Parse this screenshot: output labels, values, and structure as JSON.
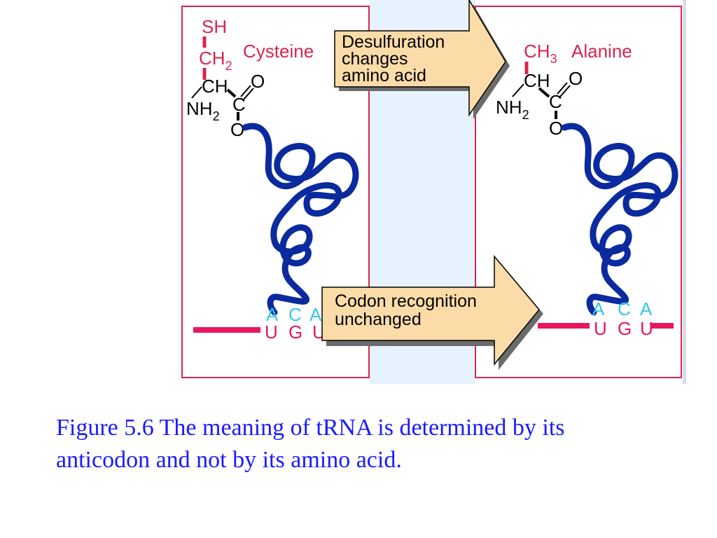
{
  "left_panel": {
    "side_group": "SH",
    "ch2_base": "CH",
    "ch2_sub": "2",
    "amino_acid": "Cysteine",
    "alpha_carbon": "CH",
    "carboxyl_c": "C",
    "carboxyl_o": "O",
    "ester_o": "O",
    "amine_base": "NH",
    "amine_sub": "2",
    "anticodon": [
      "A",
      "C",
      "A"
    ],
    "codon": [
      "U",
      "G",
      "U"
    ]
  },
  "right_panel": {
    "ch3_base": "CH",
    "ch3_sub": "3",
    "amino_acid": "Alanine",
    "alpha_carbon": "CH",
    "carboxyl_c": "C",
    "carboxyl_o": "O",
    "ester_o": "O",
    "amine_base": "NH",
    "amine_sub": "2",
    "anticodon": [
      "A",
      "C",
      "A"
    ],
    "codon": [
      "U",
      "G",
      "U"
    ]
  },
  "arrows": {
    "top": [
      "Desulfuration",
      "changes",
      "amino acid"
    ],
    "bottom": [
      "Codon recognition",
      "unchanged"
    ]
  },
  "caption": {
    "line1": "Figure 5.6 The meaning of tRNA is determined by its",
    "line2": "anticodon and not by its amino acid."
  },
  "colors": {
    "panel_border": "#d8254f",
    "side_chain": "#d8254f",
    "mrna": "#e8175d",
    "trna": "#0b2a9e",
    "anticodon": "#36c8e8",
    "arrow_fill": "#fbdca8",
    "middle_band": "#e6f2fd",
    "caption": "#1a1aff"
  }
}
